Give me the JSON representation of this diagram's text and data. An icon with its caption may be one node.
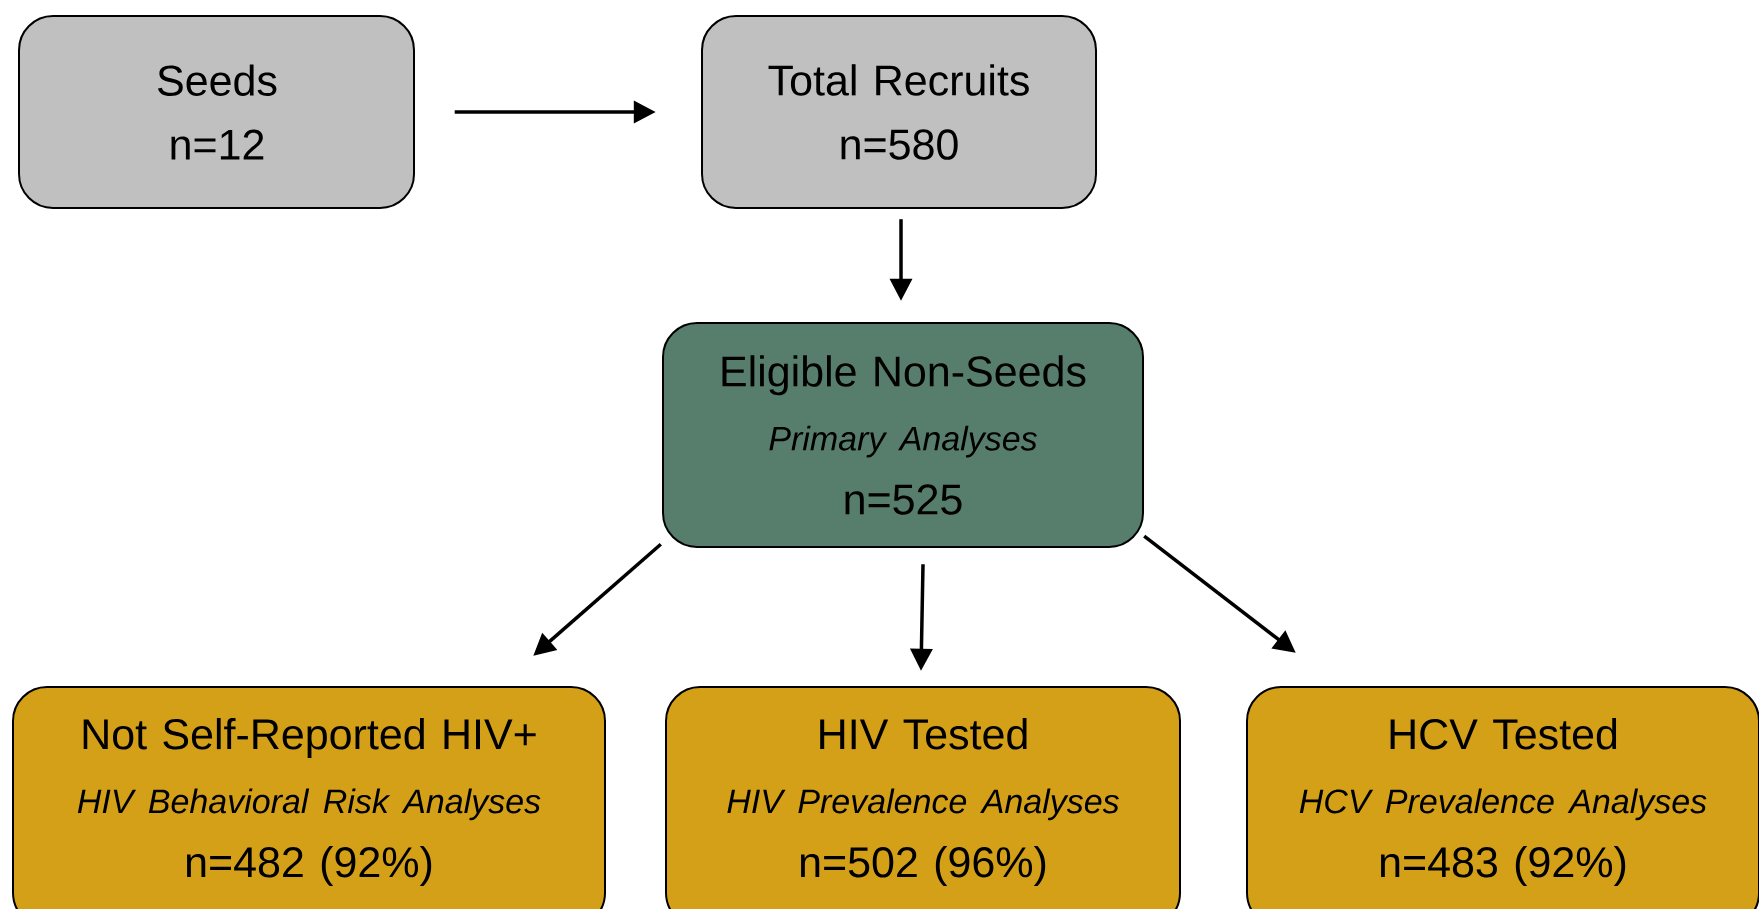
{
  "diagram": {
    "nodes": [
      {
        "text": [
          "Seeds",
          "n=12"
        ]
      },
      {
        "text": [
          "Total Recruits",
          "n=580"
        ]
      },
      {
        "text": [
          "Eligible Non-Seeds",
          "Primary Analyses",
          "n=525"
        ]
      },
      {
        "text": [
          "Not Self-Reported HIV+",
          "HIV Behavioral Risk Analyses",
          "n=482 (92%)"
        ]
      },
      {
        "text": [
          "HIV Tested",
          "HIV Prevalence Analyses",
          "n=502 (96%)"
        ]
      },
      {
        "text": [
          "HCV Tested",
          "HCV Prevalence Analyses",
          "n=483 (92%)"
        ]
      }
    ],
    "edges": [
      {
        "from": 0,
        "to": 1,
        "arrow": "to"
      },
      {
        "from": 1,
        "to": 2,
        "arrow": "to"
      },
      {
        "from": 2,
        "to": 3,
        "arrow": "to"
      },
      {
        "from": 2,
        "to": 4,
        "arrow": "to"
      },
      {
        "from": 2,
        "to": 5,
        "arrow": "to"
      }
    ]
  }
}
